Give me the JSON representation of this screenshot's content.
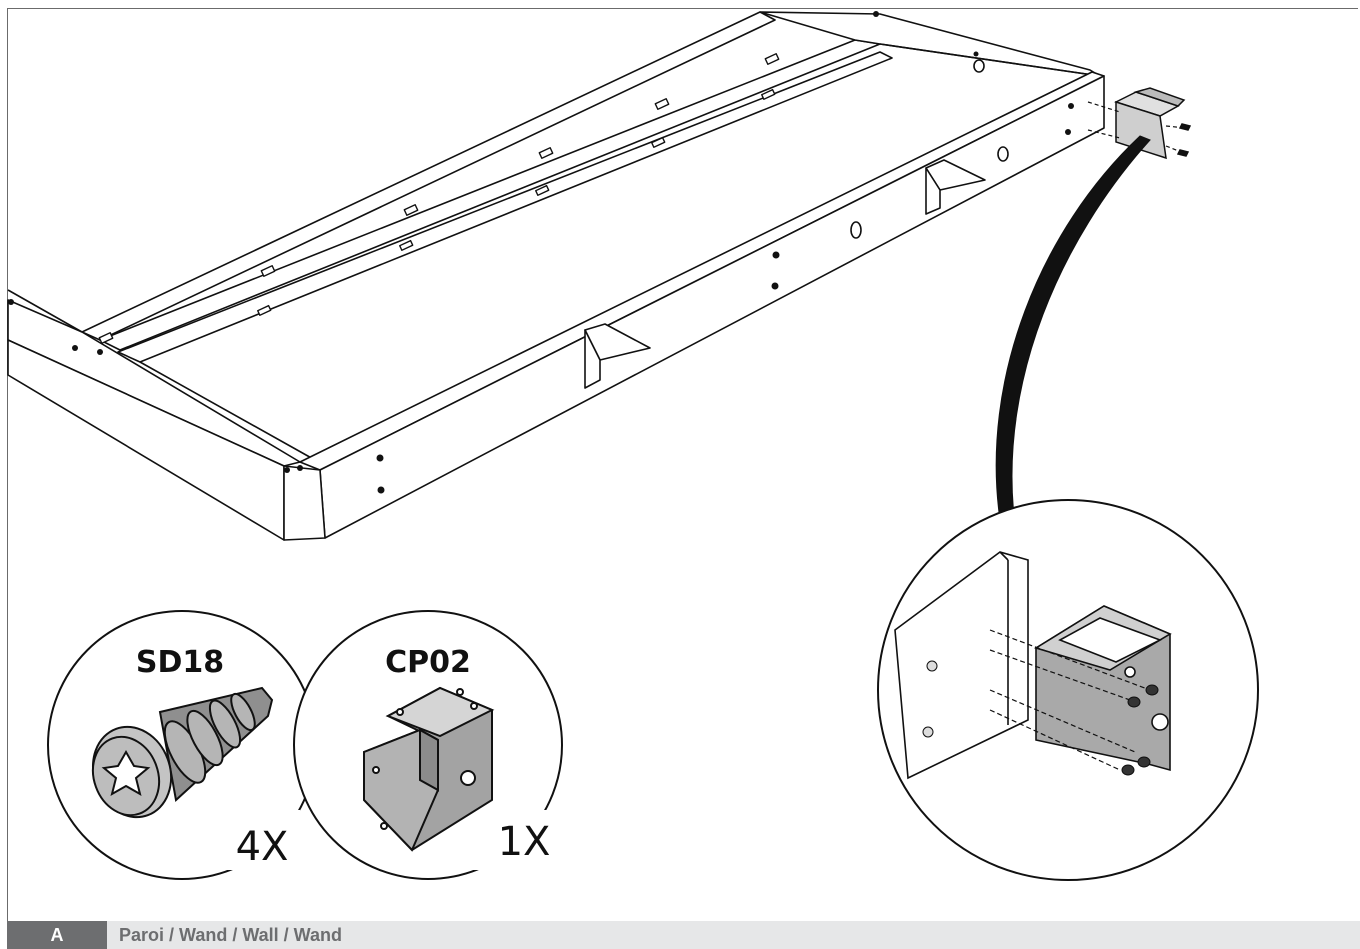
{
  "parts": [
    {
      "code": "SD18",
      "quantity": "4X",
      "icon": "screw-icon"
    },
    {
      "code": "CP02",
      "quantity": "1X",
      "icon": "corner-bracket-icon"
    }
  ],
  "footer": {
    "step_letter": "A",
    "caption": "Paroi / Wand / Wall / Wand",
    "step_bg": "#6d6e70",
    "bar_bg": "#e6e7e8"
  }
}
